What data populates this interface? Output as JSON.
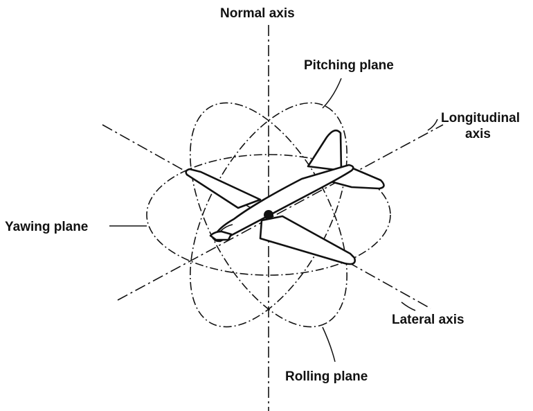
{
  "labels": {
    "normal_axis": "Normal axis",
    "pitching_plane": "Pitching plane",
    "longitudinal_axis_line1": "Longitudinal",
    "longitudinal_axis_line2": "axis",
    "yawing_plane": "Yawing plane",
    "lateral_axis": "Lateral axis",
    "rolling_plane": "Rolling plane"
  },
  "colors": {
    "ink": "#111111",
    "background": "#ffffff"
  }
}
